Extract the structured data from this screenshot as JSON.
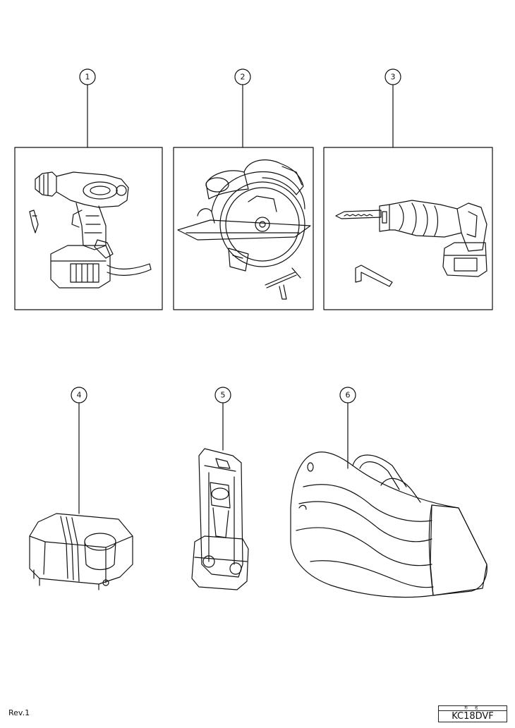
{
  "callouts": [
    {
      "number": "1",
      "item": "cordless-driver-drill"
    },
    {
      "number": "2",
      "item": "cordless-circular-saw"
    },
    {
      "number": "3",
      "item": "cordless-reciprocating-saw"
    },
    {
      "number": "4",
      "item": "battery-charger"
    },
    {
      "number": "5",
      "item": "cordless-flashlight"
    },
    {
      "number": "6",
      "item": "carrying-bag"
    }
  ],
  "footer": {
    "revision": "Rev.1",
    "title_block_header": "形 名",
    "model": "KC18DVF"
  }
}
